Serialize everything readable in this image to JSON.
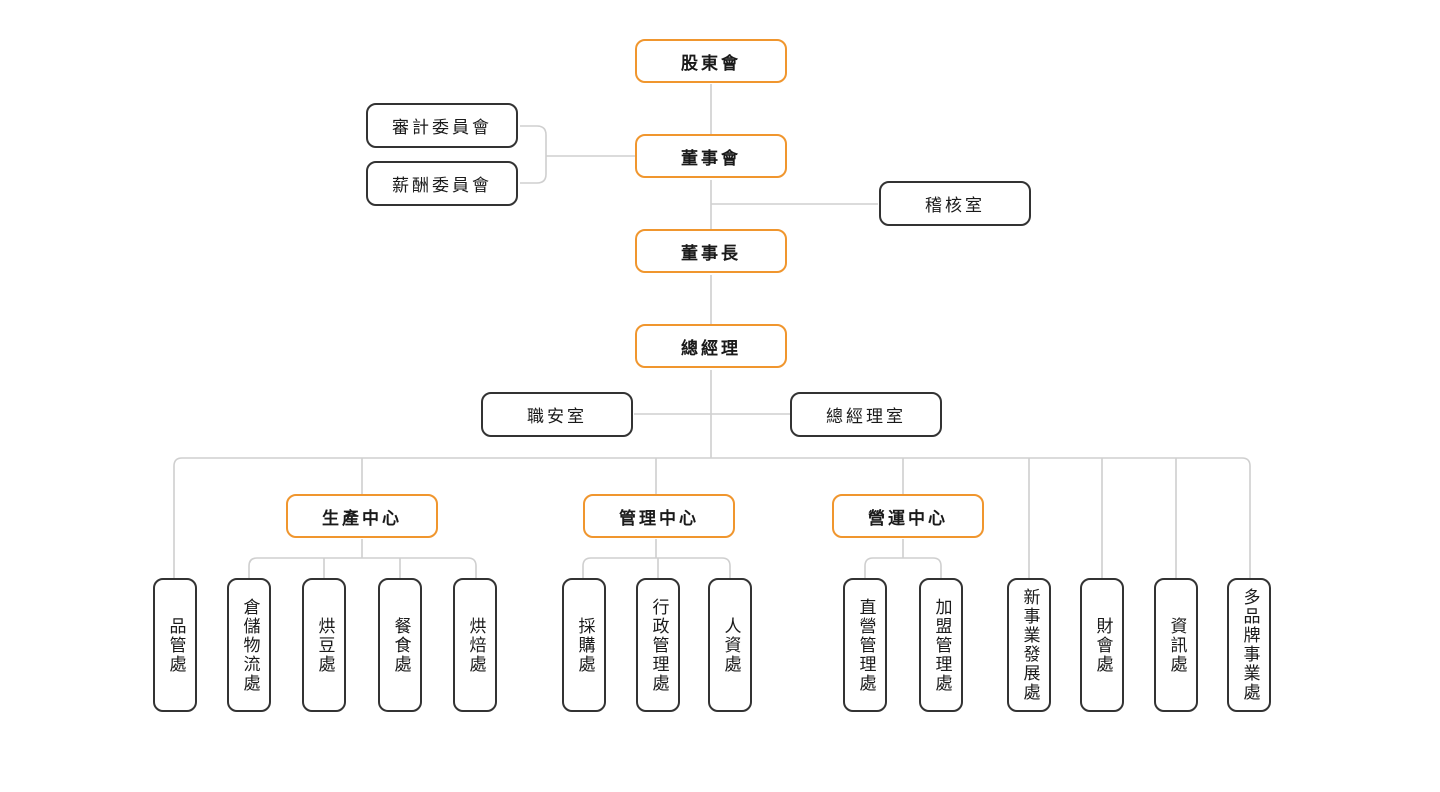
{
  "top": {
    "shareholders": "股東會",
    "board": "董事會",
    "chairman": "董事長",
    "gm": "總經理"
  },
  "committees": {
    "audit": "審計委員會",
    "remuneration": "薪酬委員會"
  },
  "offices": {
    "internal_audit": "稽核室",
    "safety": "職安室",
    "gm_office": "總經理室"
  },
  "centers": {
    "production": "生產中心",
    "management": "管理中心",
    "operations": "營運中心"
  },
  "departments": {
    "quality": "品管處",
    "warehouse": "倉儲物流處",
    "roasting_bean": "烘豆處",
    "catering": "餐食處",
    "baking": "烘焙處",
    "purchasing": "採購處",
    "admin": "行政管理處",
    "hr": "人資處",
    "direct_store": "直營管理處",
    "franchise": "加盟管理處",
    "new_business": "新事業發展處",
    "finance": "財會處",
    "it": "資訊處",
    "multi_brand": "多品牌事業處"
  }
}
